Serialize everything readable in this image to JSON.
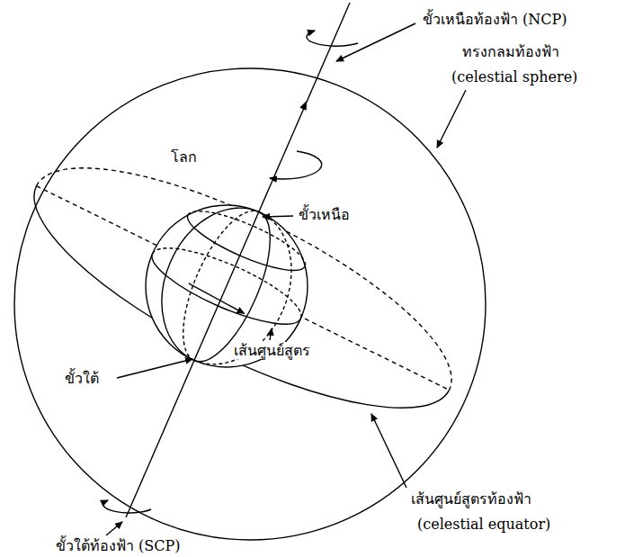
{
  "diagram": {
    "labels": [
      "ขั้วเหนือท้องฟ้า (NCP)",
      "ทรงกลมท้องฟ้า",
      "(celestial sphere)",
      "โลก",
      "ขั้วเหนือ",
      "ขั้วใต้",
      "เส้นศูนย์สูตร",
      "เส้นศูนย์สูตรท้องฟ้า",
      "(celestial equator)",
      "ขั้วใต้ท้องฟ้า (SCP)"
    ]
  }
}
